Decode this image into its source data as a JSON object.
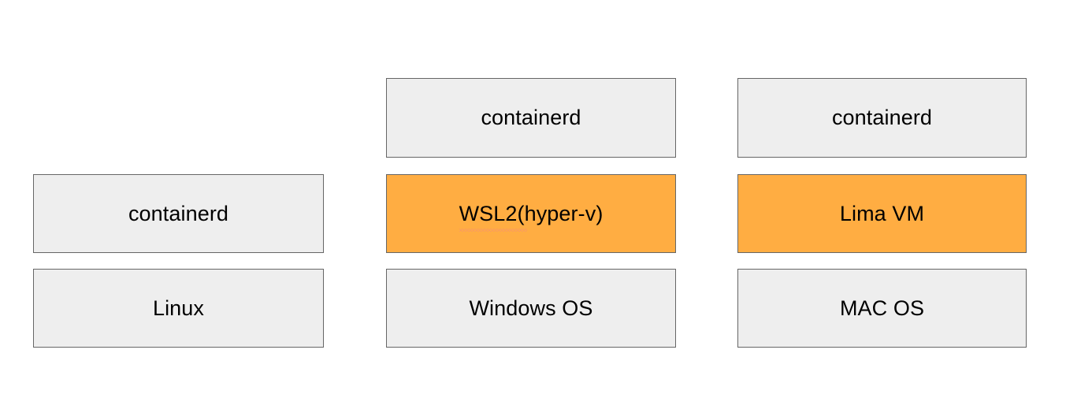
{
  "diagram": {
    "type": "layered-stack-diagram",
    "background_color": "#ffffff",
    "palette": {
      "box_gray_fill": "#eeeeee",
      "box_orange_fill": "#ffad42",
      "box_border": "#666666",
      "text": "#000000",
      "spellcheck_underline": "#f4897b"
    },
    "columns": [
      {
        "id": "linux",
        "name": "linux-stack",
        "boxes": [
          {
            "id": "linux-containerd",
            "label": "containerd",
            "fill": "gray",
            "row": "middle"
          },
          {
            "id": "linux-os",
            "label": "Linux",
            "fill": "gray",
            "row": "bottom"
          }
        ]
      },
      {
        "id": "windows",
        "name": "windows-stack",
        "boxes": [
          {
            "id": "windows-containerd",
            "label": "containerd",
            "fill": "gray",
            "row": "top"
          },
          {
            "id": "windows-wsl2",
            "label": "WSL2(hyper-v)",
            "fill": "orange",
            "row": "middle",
            "spellchecked": true
          },
          {
            "id": "windows-os",
            "label": "Windows OS",
            "fill": "gray",
            "row": "bottom"
          }
        ]
      },
      {
        "id": "mac",
        "name": "mac-stack",
        "boxes": [
          {
            "id": "mac-containerd",
            "label": "containerd",
            "fill": "gray",
            "row": "top"
          },
          {
            "id": "mac-lima",
            "label": "Lima VM",
            "fill": "orange",
            "row": "middle"
          },
          {
            "id": "mac-os",
            "label": "MAC OS",
            "fill": "gray",
            "row": "bottom"
          }
        ]
      }
    ]
  }
}
